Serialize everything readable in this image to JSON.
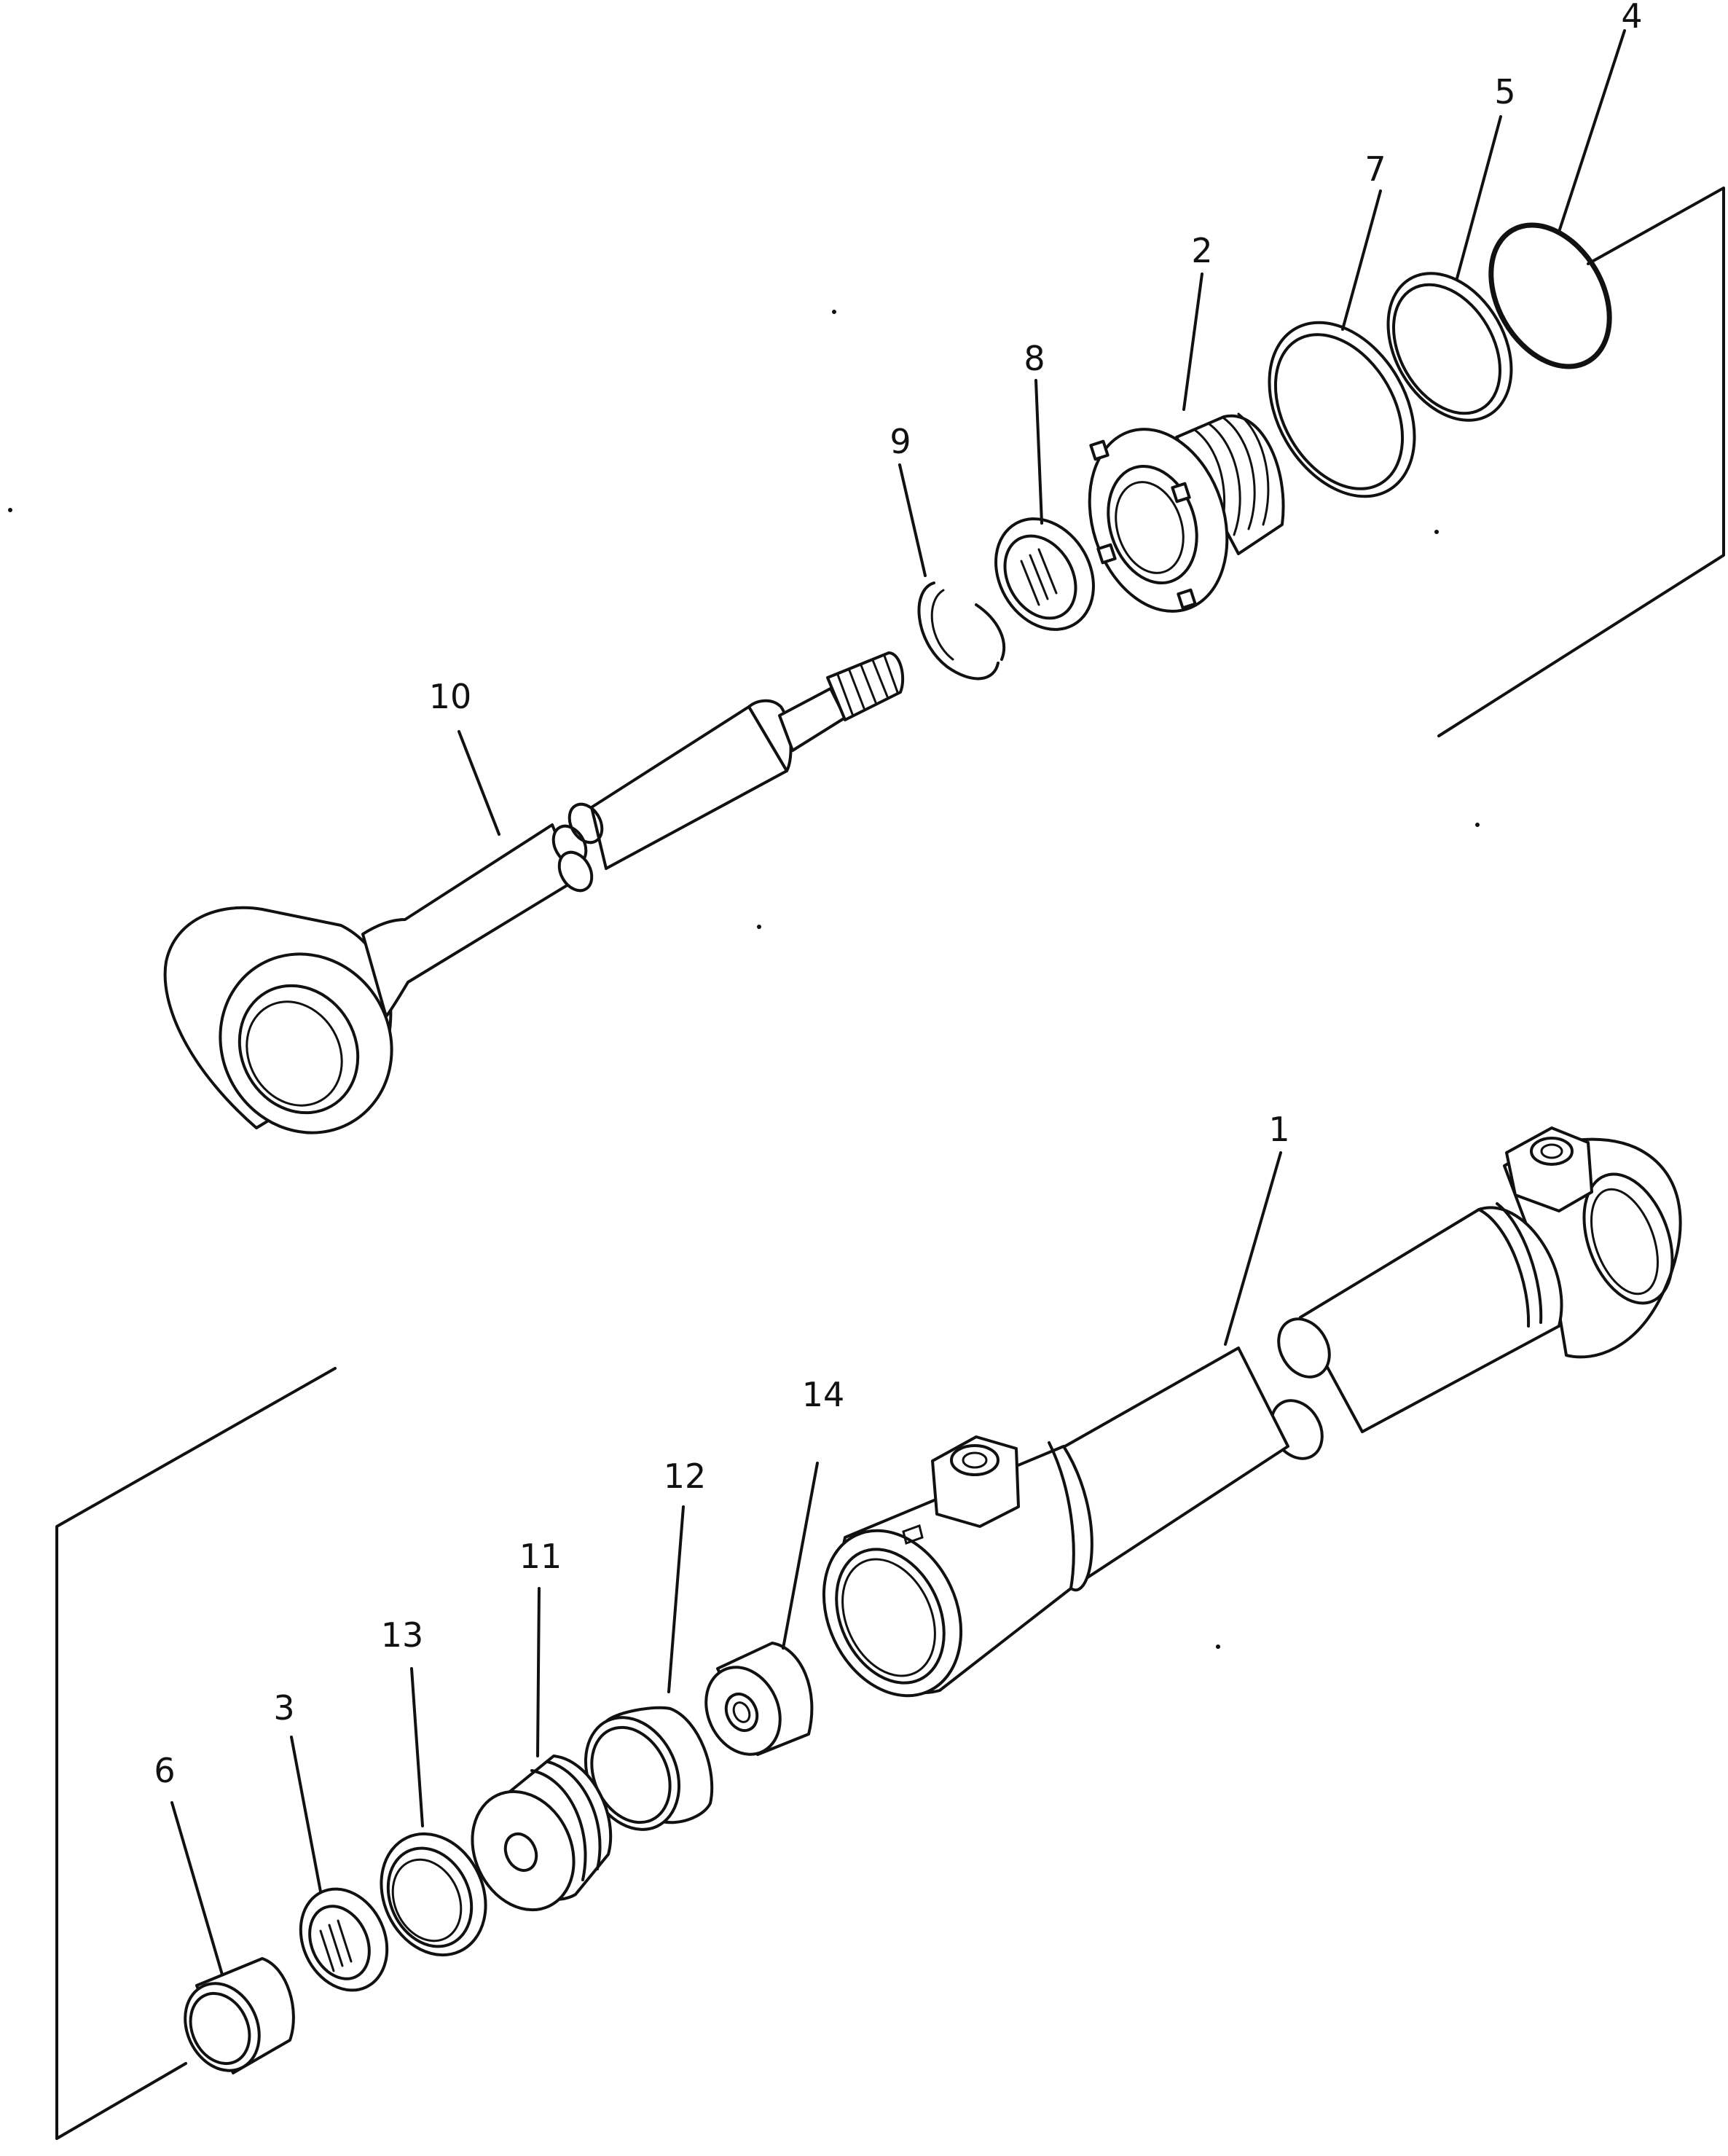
{
  "parts": [
    {
      "id": "part-1",
      "number": "1"
    },
    {
      "id": "part-2",
      "number": "2"
    },
    {
      "id": "part-3",
      "number": "3"
    },
    {
      "id": "part-4",
      "number": "4"
    },
    {
      "id": "part-5",
      "number": "5"
    },
    {
      "id": "part-6",
      "number": "6"
    },
    {
      "id": "part-7",
      "number": "7"
    },
    {
      "id": "part-8",
      "number": "8"
    },
    {
      "id": "part-9",
      "number": "9"
    },
    {
      "id": "part-10",
      "number": "10"
    },
    {
      "id": "part-11",
      "number": "11"
    },
    {
      "id": "part-12",
      "number": "12"
    },
    {
      "id": "part-13",
      "number": "13"
    },
    {
      "id": "part-14",
      "number": "14"
    }
  ],
  "colors": {
    "ink": "#111111",
    "paper": "#ffffff"
  }
}
